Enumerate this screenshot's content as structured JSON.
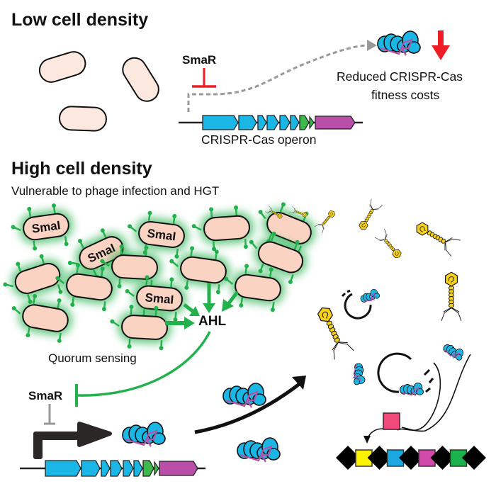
{
  "low": {
    "title": "Low cell density",
    "repressor": "SmaR",
    "operon_label": "CRISPR-Cas operon",
    "outcome_line1": "Reduced CRISPR-Cas",
    "outcome_line2": "fitness costs"
  },
  "high": {
    "title": "High cell density",
    "subtitle": "Vulnerable to phage infection and HGT",
    "cell_label": "SmaI",
    "signal": "AHL",
    "process": "Quorum sensing",
    "repressor": "SmaR"
  },
  "colors": {
    "cas_gene": "#1ab7e6",
    "cas_accessory": "#3cb94a",
    "crispr_array": "#b94fa8",
    "cell_fill": "#fbd3c3",
    "cell_fill_low": "#fce8df",
    "qs_green": "#22b14c",
    "repress_red": "#ee1c25",
    "phage_yellow": "#f7d117",
    "spacer_new": "#ef4a7a",
    "spacers": [
      "#fff200",
      "#1ba8e0",
      "#d04aaa",
      "#1bb24b"
    ]
  }
}
